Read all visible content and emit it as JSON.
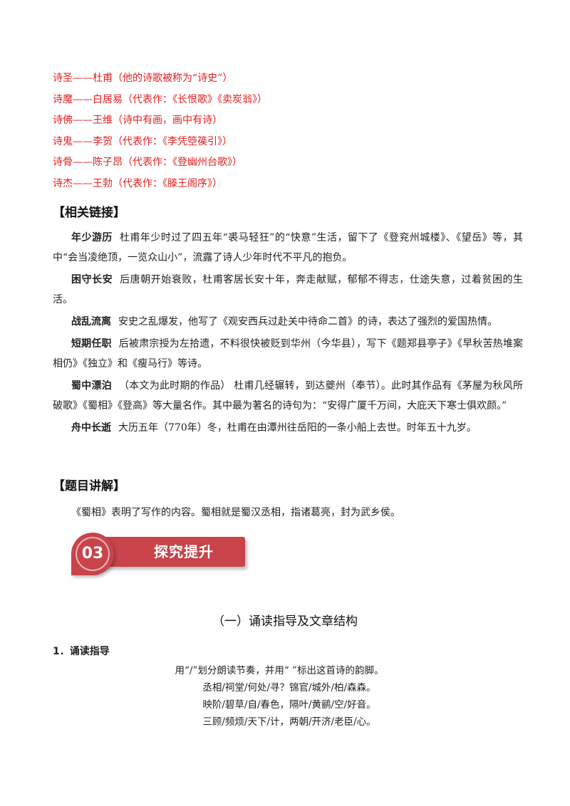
{
  "poets": [
    "诗圣——杜甫（他的诗歌被称为“诗史”）",
    "诗魔——白居易（代表作：《长恨歌》《卖炭翁》）",
    "诗佛——王维（诗中有画，画中有诗）",
    "诗鬼——李贺（代表作：《李凭箜篌引》）",
    "诗骨——陈子昂（代表作：《登幽州台歌》）",
    "诗杰——王勃（代表作：《滕王阁序》）"
  ],
  "related": {
    "heading": "【相关链接】",
    "items": [
      {
        "term": "年少游历",
        "text": "杜甫年少时过了四五年“裘马轻狂”的“快意”生活，留下了《登兖州城楼》、《望岳》等，其中“会当凌绝顶，一览众山小”，流露了诗人少年时代不平凡的抱负。"
      },
      {
        "term": "困守长安",
        "text": "后唐朝开始衰败，杜甫客居长安十年，奔走献赋，郁郁不得志，仕途失意，过着贫困的生活。"
      },
      {
        "term": "战乱流离",
        "text": "安史之乱爆发，他写了《观安西兵过赴关中待命二首》的诗，表达了强烈的爱国热情。"
      },
      {
        "term": "短期任职",
        "text": "后被肃宗授为左拾遗，不料很快被贬到华州（今华县），写下《题郑县亭子》《早秋苦热堆案相仍》《独立》和《瘦马行》等诗。"
      },
      {
        "term": "蜀中漂泊",
        "text": "（本文为此时期的作品）  杜甫几经辗转，到达夔州（奉节）。此时其作品有《茅屋为秋风所破歌》《蜀相》《登高》等大量名作。其中最为著名的诗句为：“安得广厦千万间，大庇天下寒士俱欢颜。”"
      },
      {
        "term": "舟中长逝",
        "text": "大历五年（770年）冬，杜甫在由潭州往岳阳的一条小船上去世。时年五十九岁。"
      }
    ]
  },
  "explain": {
    "heading": "【题目讲解】",
    "text": "《蜀相》表明了写作的内容。蜀相就是蜀汉丞相，指诸葛亮，封为武乡侯。"
  },
  "banner": {
    "number": "03",
    "label": "探究提升"
  },
  "section_title": "（一）诵读指导及文章结构",
  "item_title": "1．诵读指导",
  "poem": {
    "instruction": "用“/”划分朗读节奏，并用“    ”标出这首诗的韵脚。",
    "lines": [
      "丞相/祠堂/何处/寻？锦官/城外/柏/森森。",
      "映阶/碧草/自/春色，隔叶/黄鹂/空/好音。",
      "三顾/频烦/天下/计，两朝/开济/老臣/心。"
    ]
  },
  "colors": {
    "accent": "#c8434a",
    "poet_text": "#e02020"
  }
}
